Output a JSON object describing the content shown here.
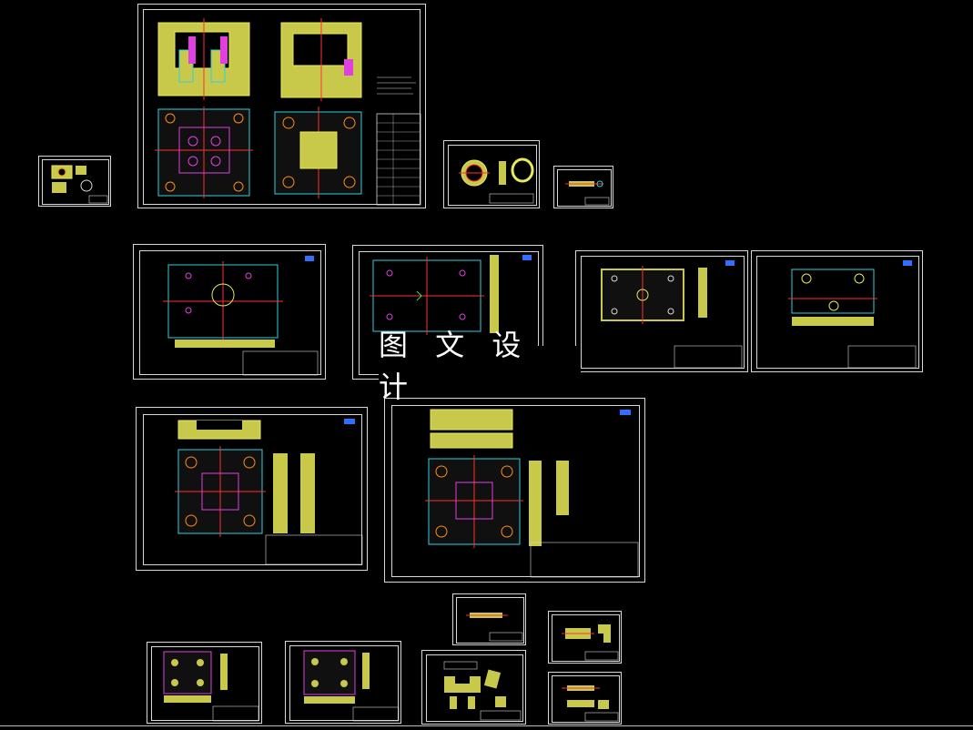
{
  "watermark": {
    "text": "图 文 设 计"
  },
  "colors": {
    "background": "#000000",
    "frame": "#d8d8d8",
    "part_fill": "#c8c84a",
    "part_edge": "#e8e85a",
    "center_line": "#ff3030",
    "hole_line": "#ff8c1a",
    "cyan": "#30d0e0",
    "magenta": "#e040e0",
    "green": "#40e040",
    "blue": "#3070ff",
    "title_block_text": "#30e030"
  },
  "sheets": [
    {
      "id": "assembly-drawing",
      "kind": "assembly"
    },
    {
      "id": "product-drawing",
      "kind": "small"
    },
    {
      "id": "ring-part-drawing",
      "kind": "small"
    },
    {
      "id": "pin-part-drawing",
      "kind": "small"
    },
    {
      "id": "plate-drawing-1",
      "kind": "plate"
    },
    {
      "id": "plate-drawing-2",
      "kind": "plate"
    },
    {
      "id": "plate-drawing-3",
      "kind": "plate"
    },
    {
      "id": "plate-drawing-4",
      "kind": "plate"
    },
    {
      "id": "cavity-plate-drawing",
      "kind": "large"
    },
    {
      "id": "core-plate-drawing",
      "kind": "large"
    },
    {
      "id": "insert-drawing-1",
      "kind": "small"
    },
    {
      "id": "insert-drawing-2",
      "kind": "small"
    },
    {
      "id": "insert-drawing-3",
      "kind": "small"
    },
    {
      "id": "slider-drawing",
      "kind": "small"
    },
    {
      "id": "block-drawing",
      "kind": "small"
    },
    {
      "id": "guide-drawing",
      "kind": "small"
    }
  ]
}
